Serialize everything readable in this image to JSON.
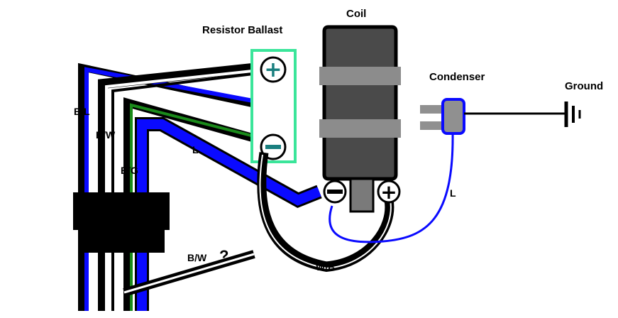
{
  "labels": {
    "resistor_ballast": "Resistor Ballast",
    "coil": "Coil",
    "condenser": "Condenser",
    "ground": "Ground"
  },
  "wires": {
    "bl": "B/L",
    "bw": "B/W",
    "bg": "B/G",
    "l_main": "L",
    "l_condenser": "L",
    "wb": "W/B",
    "bw_loose": "B/W",
    "unknown": "?"
  },
  "terminals": {
    "ballast_top": "+",
    "ballast_bottom": "−",
    "coil_neg": "−",
    "coil_pos": "+"
  },
  "colors": {
    "blue": "#0a0aff",
    "ballast_outline": "#3ae59a",
    "teal_sign": "#1a7f7f",
    "coil_body": "#4a4a4a",
    "coil_band": "#8c8c8c",
    "green": "#1a8a1a",
    "condenser_tabs": "#909090"
  }
}
